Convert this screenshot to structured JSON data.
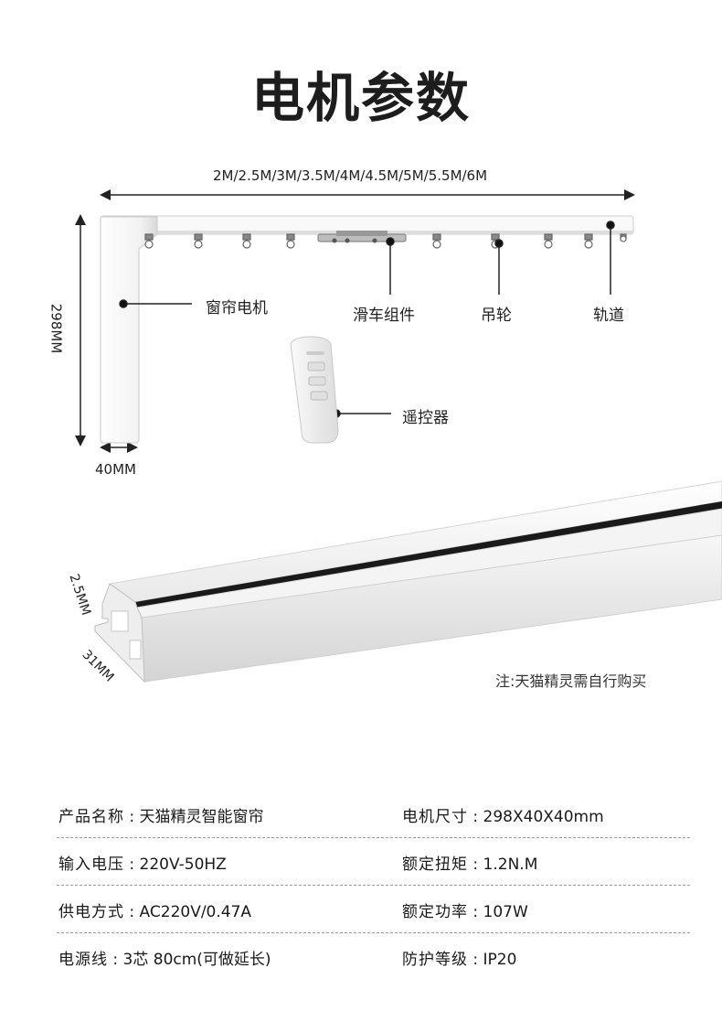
{
  "title": "电机参数",
  "diagram": {
    "width_label": "2M/2.5M/3M/3.5M/4M/4.5M/5M/5.5M/6M",
    "height_label": "298MM",
    "base_label": "40MM",
    "callouts": {
      "motor": "窗帘电机",
      "slider": "滑车组件",
      "pulley": "吊轮",
      "track": "轨道",
      "remote": "遥控器"
    }
  },
  "rail": {
    "dim_height": "2.5MM",
    "dim_width": "31MM",
    "note": "注:天猫精灵需自行购买"
  },
  "specs": [
    {
      "l_label": "产品名称",
      "l_sep": ":",
      "l_value": "天猫精灵智能窗帘",
      "r_label": "电机尺寸",
      "r_sep": ":",
      "r_value": "298X40X40mm"
    },
    {
      "l_label": "输入电压",
      "l_sep": ":",
      "l_value": "220V-50HZ",
      "r_label": "额定扭矩",
      "r_sep": ":",
      "r_value": "1.2N.M"
    },
    {
      "l_label": "供电方式",
      "l_sep": ":",
      "l_value": "AC220V/0.47A",
      "r_label": "额定功率",
      "r_sep": ":",
      "r_value": "107W"
    },
    {
      "l_label": "电源线",
      "l_sep": ":",
      "l_value": "3芯 80cm(可做延长)",
      "r_label": "防护等级",
      "r_sep": ":",
      "r_value": "IP20"
    }
  ]
}
